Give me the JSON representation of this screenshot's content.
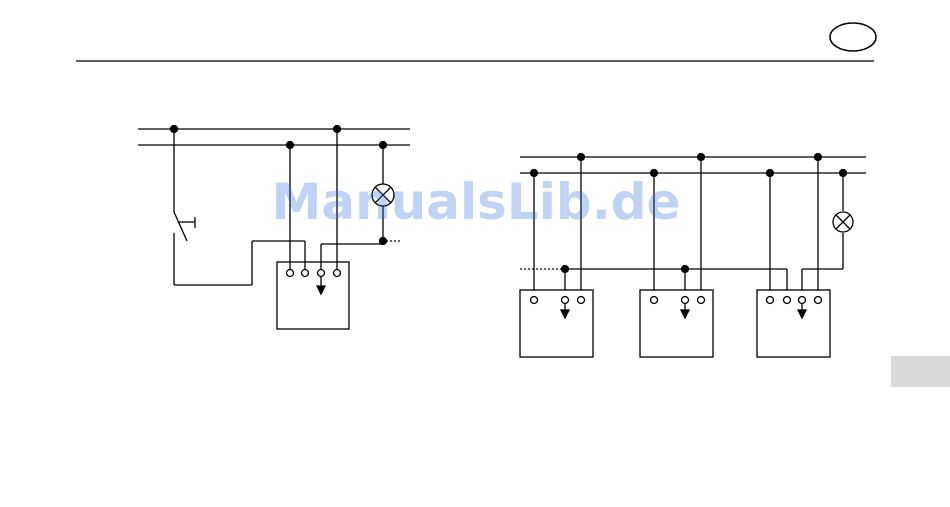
{
  "header": {
    "badge_label": "",
    "rule_color": "#000000"
  },
  "watermark": {
    "text": "ManualsLib.de",
    "color": "#2d6fe0"
  },
  "left_diagram": {
    "lamp_symbol": "lamp-icon",
    "switch_symbol": "pushbutton-switch-icon",
    "relay_terminals": 4
  },
  "right_diagram": {
    "lamp_symbol": "lamp-icon",
    "relay_units": 3,
    "terminals_per_unit": [
      3,
      3,
      4
    ]
  },
  "side_tab": {
    "color": "#d9d9d9"
  }
}
